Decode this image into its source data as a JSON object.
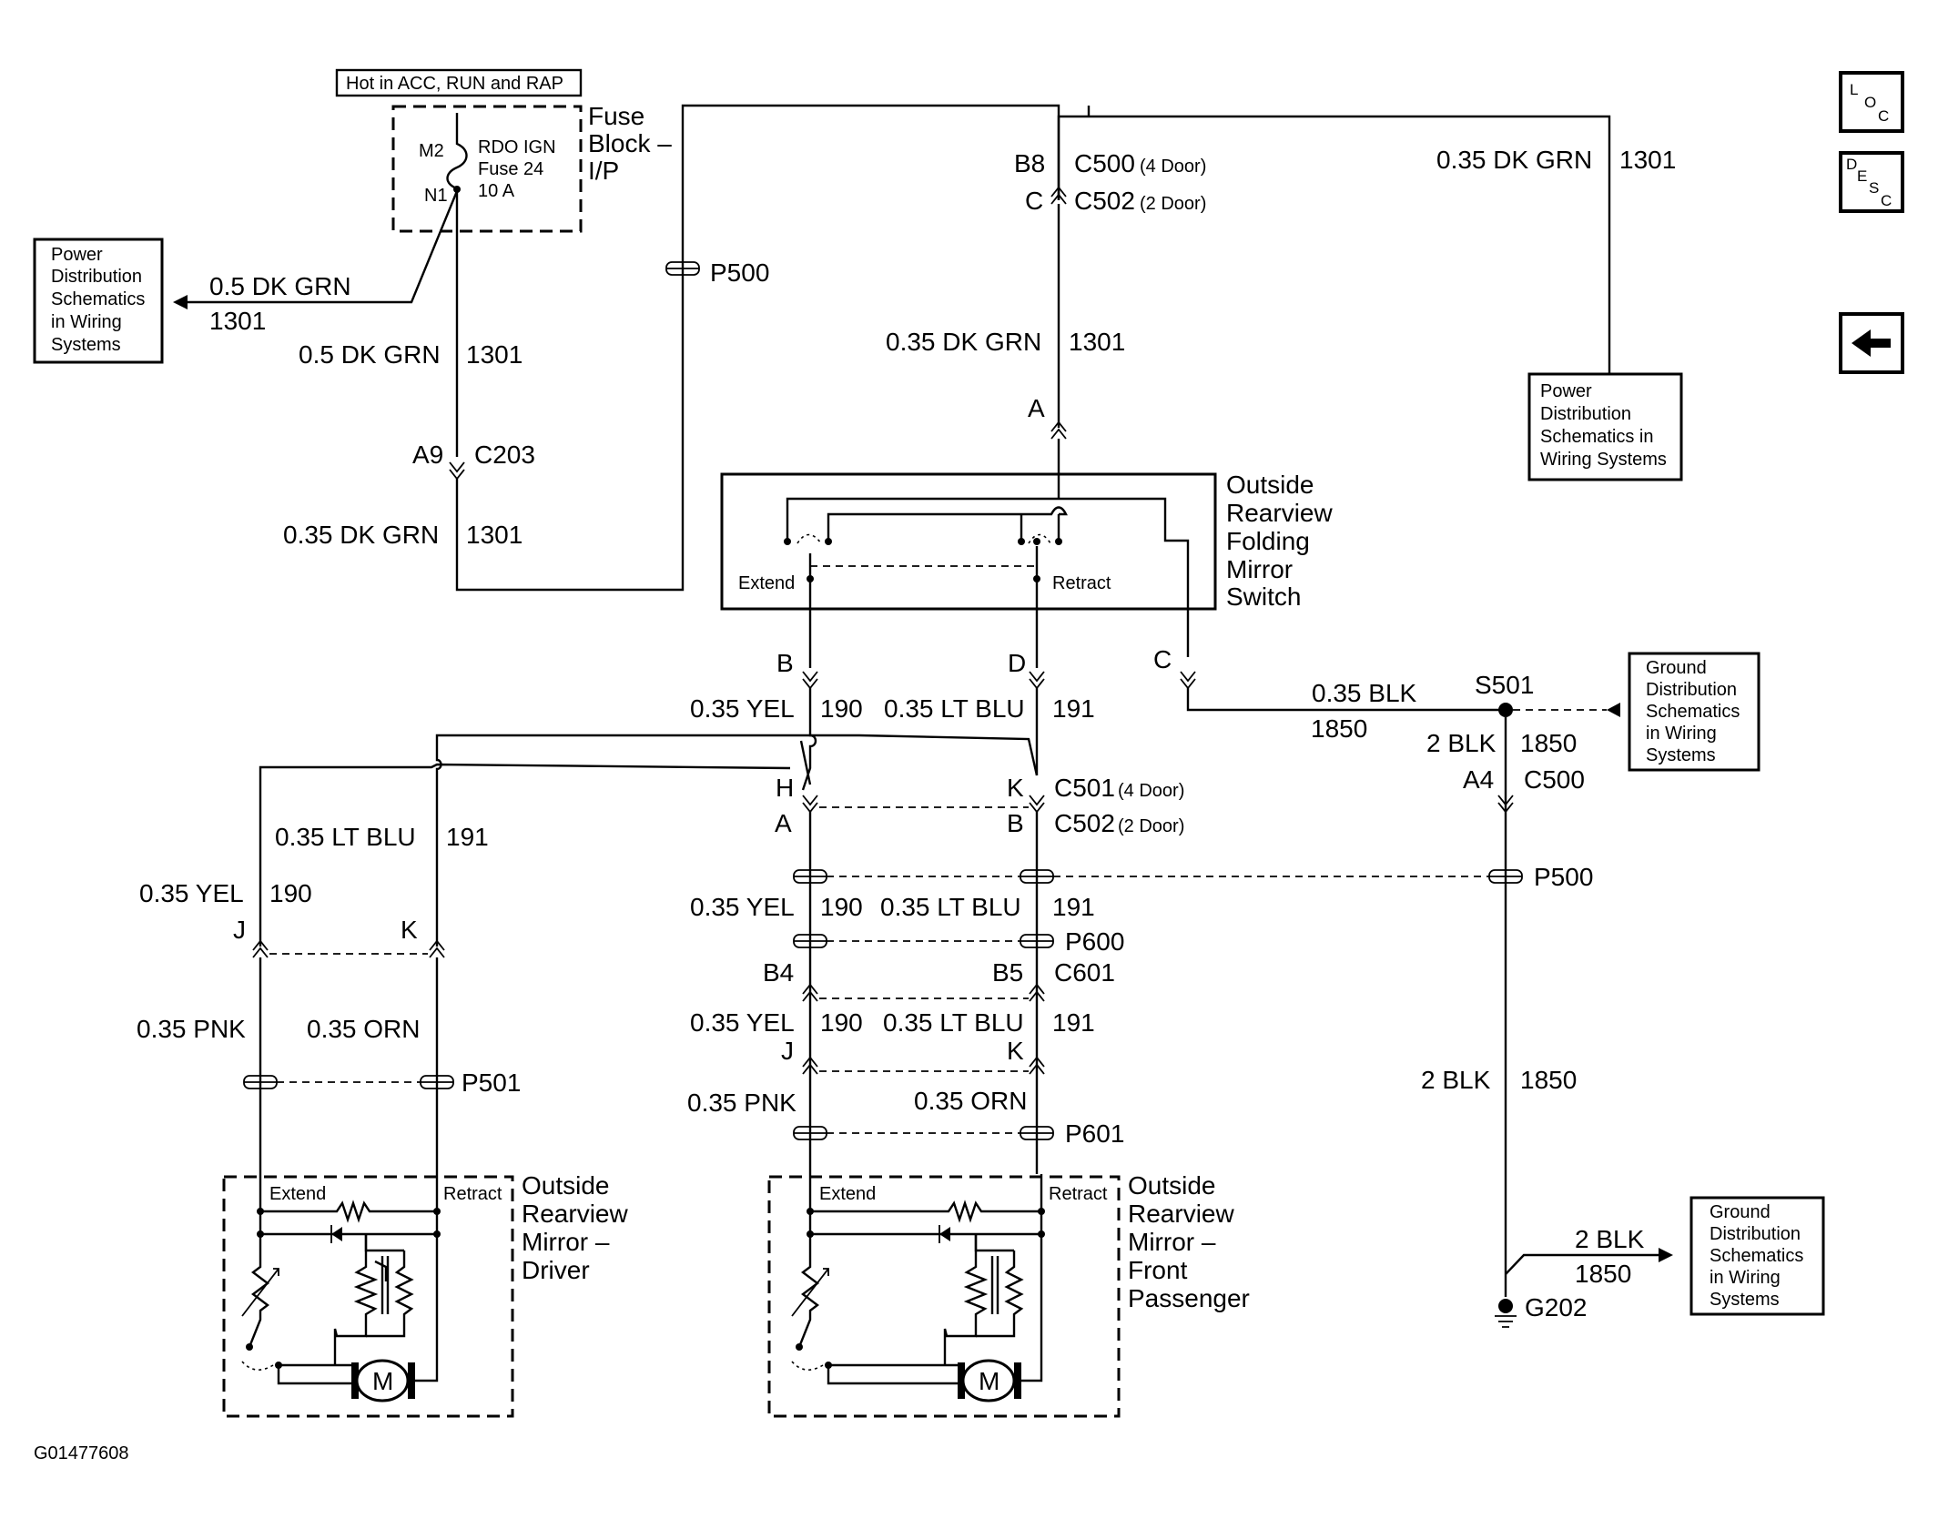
{
  "labels": {
    "hot_note": "Hot in ACC, RUN and RAP",
    "fuse_block": [
      "Fuse",
      "Block –",
      "I/P"
    ],
    "fuse_m2": "M2",
    "fuse_n1": "N1",
    "fuse_desc": [
      "RDO IGN",
      "Fuse 24",
      "10 A"
    ],
    "pwr_left": [
      "Power",
      "Distribution",
      "Schematics",
      "in Wiring",
      "Systems"
    ],
    "pwr_right": [
      "Power",
      "Distribution",
      "Schematics in",
      "Wiring Systems"
    ],
    "gnd_upper": [
      "Ground",
      "Distribution",
      "Schematics",
      "in Wiring",
      "Systems"
    ],
    "gnd_lower": [
      "Ground",
      "Distribution",
      "Schematics",
      "in Wiring",
      "Systems"
    ],
    "switch_name": [
      "Outside",
      "Rearview",
      "Folding",
      "Mirror",
      "Switch"
    ],
    "switch_extend": "Extend",
    "switch_retract": "Retract",
    "mirror_driver": [
      "Outside",
      "Rearview",
      "Mirror –",
      "Driver"
    ],
    "mirror_pass": [
      "Outside",
      "Rearview",
      "Mirror –",
      "Front",
      "Passenger"
    ],
    "extend": "Extend",
    "retract": "Retract",
    "motor": "M",
    "figure_id": "G01477608",
    "wire_05_dkgrn": "0.5 DK GRN",
    "wire_035_dkgrn": "0.35 DK GRN",
    "wire_035_yel": "0.35 YEL",
    "wire_035_ltblu": "0.35 LT BLU",
    "wire_035_pnk": "0.35 PNK",
    "wire_035_orn": "0.35 ORN",
    "wire_035_blk": "0.35 BLK",
    "wire_2_blk": "2 BLK",
    "c1301": "1301",
    "c190": "190",
    "c191": "191",
    "c1850": "1850",
    "P500": "P500",
    "P501": "P501",
    "P600": "P600",
    "P601": "P601",
    "C203": "C203",
    "A9": "A9",
    "B8": "B8",
    "C500_4door": "C500",
    "four_door": "(4 Door)",
    "two_door": "(2 Door)",
    "C_pin": "C",
    "C502": "C502",
    "A": "A",
    "B": "B",
    "D": "D",
    "H": "H",
    "K": "K",
    "J": "J",
    "C501": "C501",
    "B4": "B4",
    "B5": "B5",
    "C601": "C601",
    "A4": "A4",
    "C500": "C500",
    "S501": "S501",
    "G202": "G202"
  },
  "nav": {
    "loc_icon": [
      "L",
      "O",
      "C"
    ],
    "desc_icon": [
      "D",
      "E",
      "S",
      "C"
    ]
  }
}
